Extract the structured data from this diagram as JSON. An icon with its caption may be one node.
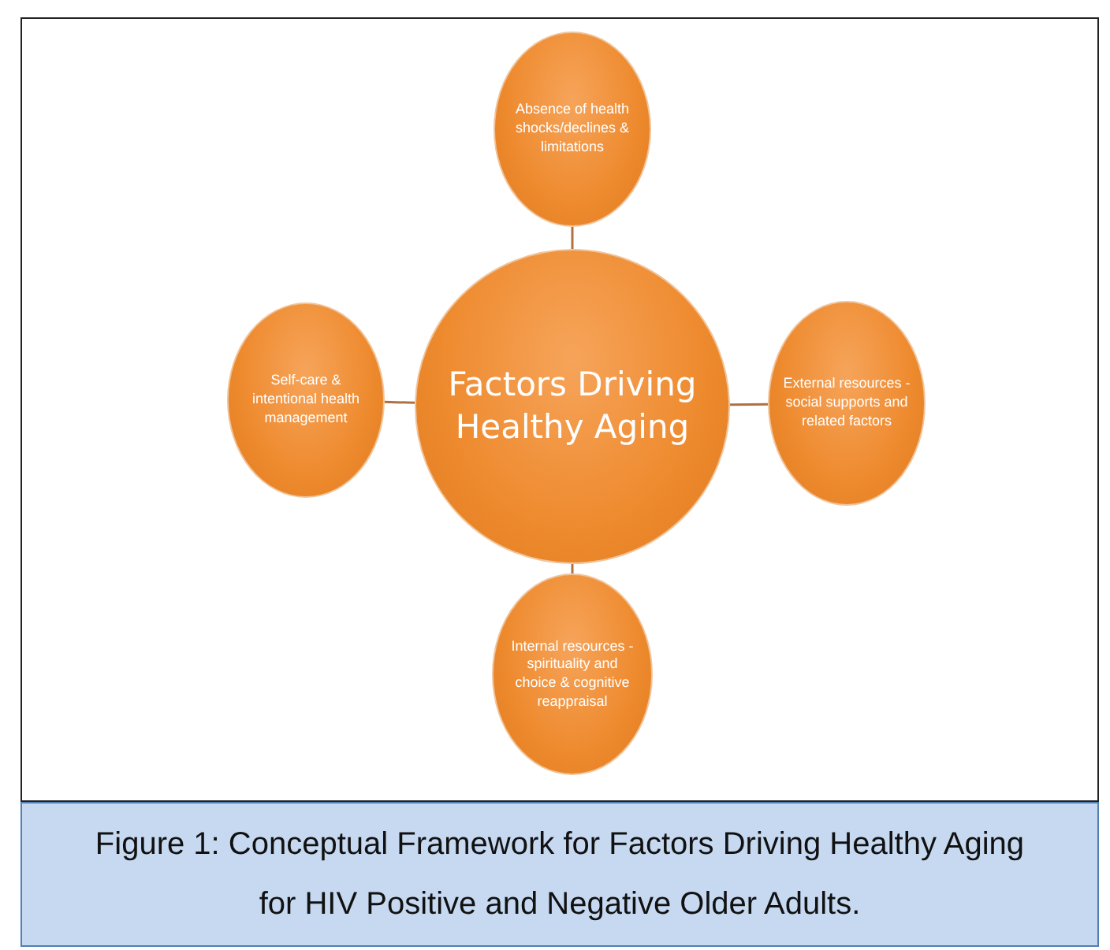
{
  "diagram": {
    "caption": "Figure 1: Conceptual Framework for Factors Driving Healthy Aging for HIV Positive and Negative Older Adults.",
    "nodes": [
      {
        "text": [
          "Factors Driving Healthy Aging"
        ]
      },
      {
        "text": [
          "Absence of health shocks/declines & limitations"
        ]
      },
      {
        "text": [
          "Self-care & intentional health management"
        ]
      },
      {
        "text": [
          "External resources - social supports and related factors"
        ]
      },
      {
        "text": [
          "Internal resources - spirituality and choice & cognitive reappraisal"
        ]
      }
    ],
    "edges": [
      {
        "from": 0,
        "to": 1,
        "arrow": "none"
      },
      {
        "from": 0,
        "to": 2,
        "arrow": "none"
      },
      {
        "from": 0,
        "to": 3,
        "arrow": "none"
      },
      {
        "from": 0,
        "to": 4,
        "arrow": "none"
      }
    ]
  }
}
